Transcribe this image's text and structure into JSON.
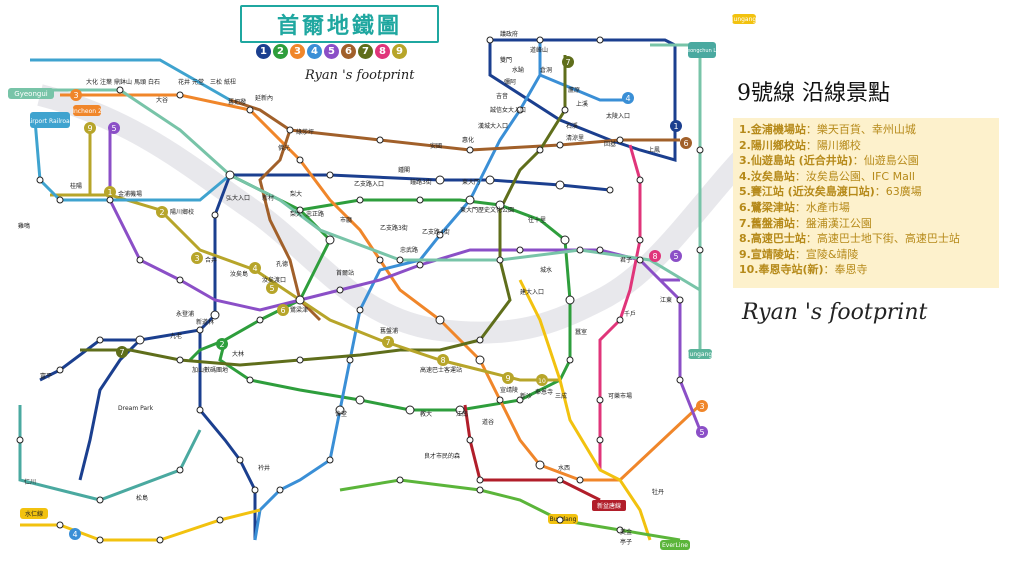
{
  "map": {
    "title": "首爾地鐵圖",
    "line_numbers": [
      "1",
      "2",
      "3",
      "4",
      "5",
      "6",
      "7",
      "8",
      "9"
    ],
    "watermark": "Ryan 's footprint",
    "watermark_large": "Ryan 's footprint"
  },
  "colors": {
    "line1": "#1b3f8f",
    "line2": "#2e9e3c",
    "line3": "#f0862a",
    "line4": "#3a8fd6",
    "line5": "#8b4fc7",
    "line6": "#a1602a",
    "line7": "#5f6e1b",
    "line8": "#e0357a",
    "line9": "#b7a52a",
    "airport": "#3fa3cf",
    "gyeongui": "#78c4a8",
    "bundang": "#f2c20f",
    "shinbundang": "#b11e2a",
    "everline": "#5bb53a",
    "gyeongchun": "#4aa9a0",
    "jungang": "#5ab39a",
    "banner": "#1fa7a0",
    "panel_bg": "#fdf1cc",
    "panel_text": "#b68a1a"
  },
  "panel": {
    "title": "9號線  沿線景點",
    "items": [
      {
        "station": "1.金浦機場站",
        "sights": "：樂天百貨、幸州山城"
      },
      {
        "station": "2.陽川鄉校站",
        "sights": "：陽川鄉校"
      },
      {
        "station": "3.仙遊島站 (近合井站)",
        "sights": "：仙遊島公園"
      },
      {
        "station": "4.汝矣島站",
        "sights": "：汝矣島公園、IFC Mall"
      },
      {
        "station": "5.賽江站 (近汝矣島渡口站)",
        "sights": "：63廣場"
      },
      {
        "station": "6.鷺梁津站",
        "sights": "：水產市場"
      },
      {
        "station": "7.舊盤浦站",
        "sights": "：盤浦漢江公園"
      },
      {
        "station": "8.高速巴士站",
        "sights": "：高速巴士地下街、高速巴士站"
      },
      {
        "station": "9.宣靖陵站",
        "sights": "：宣陵&靖陵"
      },
      {
        "station": "10.奉恩寺站(新)",
        "sights": "：奉恩寺"
      }
    ]
  },
  "line_tags": {
    "gyeongui": "Gyeongui",
    "airport": "Airport Railroad",
    "incheon2": "Incheon 2",
    "gyeongchun": "Gyeongchun Line",
    "jungang": "Jungang",
    "gyeongui_east": "Jungang",
    "jungang_right": "Jungang",
    "suin": "水仁線",
    "bundang": "Bundang",
    "everline": "EverLine",
    "shinbundang": "新盆唐線",
    "gangnam_label": "江南"
  },
  "stations": [
    {
      "name": "桂陽"
    },
    {
      "name": "金浦機場"
    },
    {
      "name": "陽川鄉校"
    },
    {
      "name": "合井"
    },
    {
      "name": "汝矣島"
    },
    {
      "name": "汝矣渡口"
    },
    {
      "name": "鷺梁津"
    },
    {
      "name": "舊盤浦"
    },
    {
      "name": "高速巴士客運站"
    },
    {
      "name": "宣靖陵"
    },
    {
      "name": "奉恩寺"
    },
    {
      "name": "首爾站"
    },
    {
      "name": "市廳"
    },
    {
      "name": "鐘路3街"
    },
    {
      "name": "東大門"
    },
    {
      "name": "東大門歷史文化公園"
    },
    {
      "name": "往十里"
    },
    {
      "name": "乙支路3街"
    },
    {
      "name": "乙支路4街"
    },
    {
      "name": "忠武路"
    },
    {
      "name": "孔德"
    },
    {
      "name": "弘大入口"
    },
    {
      "name": "新村"
    },
    {
      "name": "梨大"
    },
    {
      "name": "新道林"
    },
    {
      "name": "九老"
    },
    {
      "name": "舍堂"
    },
    {
      "name": "教大"
    },
    {
      "name": "江南"
    },
    {
      "name": "三成"
    },
    {
      "name": "蠶室"
    },
    {
      "name": "建大入口"
    },
    {
      "name": "城水"
    },
    {
      "name": "道谷"
    },
    {
      "name": "水西"
    },
    {
      "name": "良才市民的森"
    },
    {
      "name": "永登浦"
    },
    {
      "name": "大林"
    },
    {
      "name": "加山數碼團地"
    },
    {
      "name": "衿井"
    },
    {
      "name": "Dream Park"
    },
    {
      "name": "富平"
    },
    {
      "name": "仁川"
    },
    {
      "name": "松島"
    },
    {
      "name": "議政府"
    },
    {
      "name": "道峰山"
    },
    {
      "name": "倉洞"
    },
    {
      "name": "蘆原"
    },
    {
      "name": "上溪"
    },
    {
      "name": "太陵入口"
    },
    {
      "name": "石溪"
    },
    {
      "name": "清涼里"
    },
    {
      "name": "回基"
    },
    {
      "name": "上鳳"
    },
    {
      "name": "君子"
    },
    {
      "name": "千戶"
    },
    {
      "name": "江東"
    },
    {
      "name": "可樂市場"
    },
    {
      "name": "牡丹"
    },
    {
      "name": "亭子"
    },
    {
      "name": "美金"
    },
    {
      "name": "雞鳴"
    },
    {
      "name": "梨大"
    },
    {
      "name": "忠正路"
    },
    {
      "name": "大化"
    },
    {
      "name": "注葉"
    },
    {
      "name": "鼎鉢山"
    },
    {
      "name": "馬頭"
    },
    {
      "name": "白石"
    },
    {
      "name": "大谷"
    },
    {
      "name": "花井"
    },
    {
      "name": "元堂"
    },
    {
      "name": "三松"
    },
    {
      "name": "紙杻"
    },
    {
      "name": "舊把撥"
    },
    {
      "name": "延新內"
    },
    {
      "name": "佛光"
    },
    {
      "name": "綠莎坪"
    },
    {
      "name": "新沙"
    },
    {
      "name": "鍾閣"
    },
    {
      "name": "安國"
    },
    {
      "name": "惠化"
    },
    {
      "name": "漢城大入口"
    },
    {
      "name": "誠信女大入口"
    },
    {
      "name": "吉音"
    },
    {
      "name": "彌阿"
    },
    {
      "name": "水踰"
    },
    {
      "name": "雙門"
    },
    {
      "name": "乙支路入口"
    }
  ]
}
